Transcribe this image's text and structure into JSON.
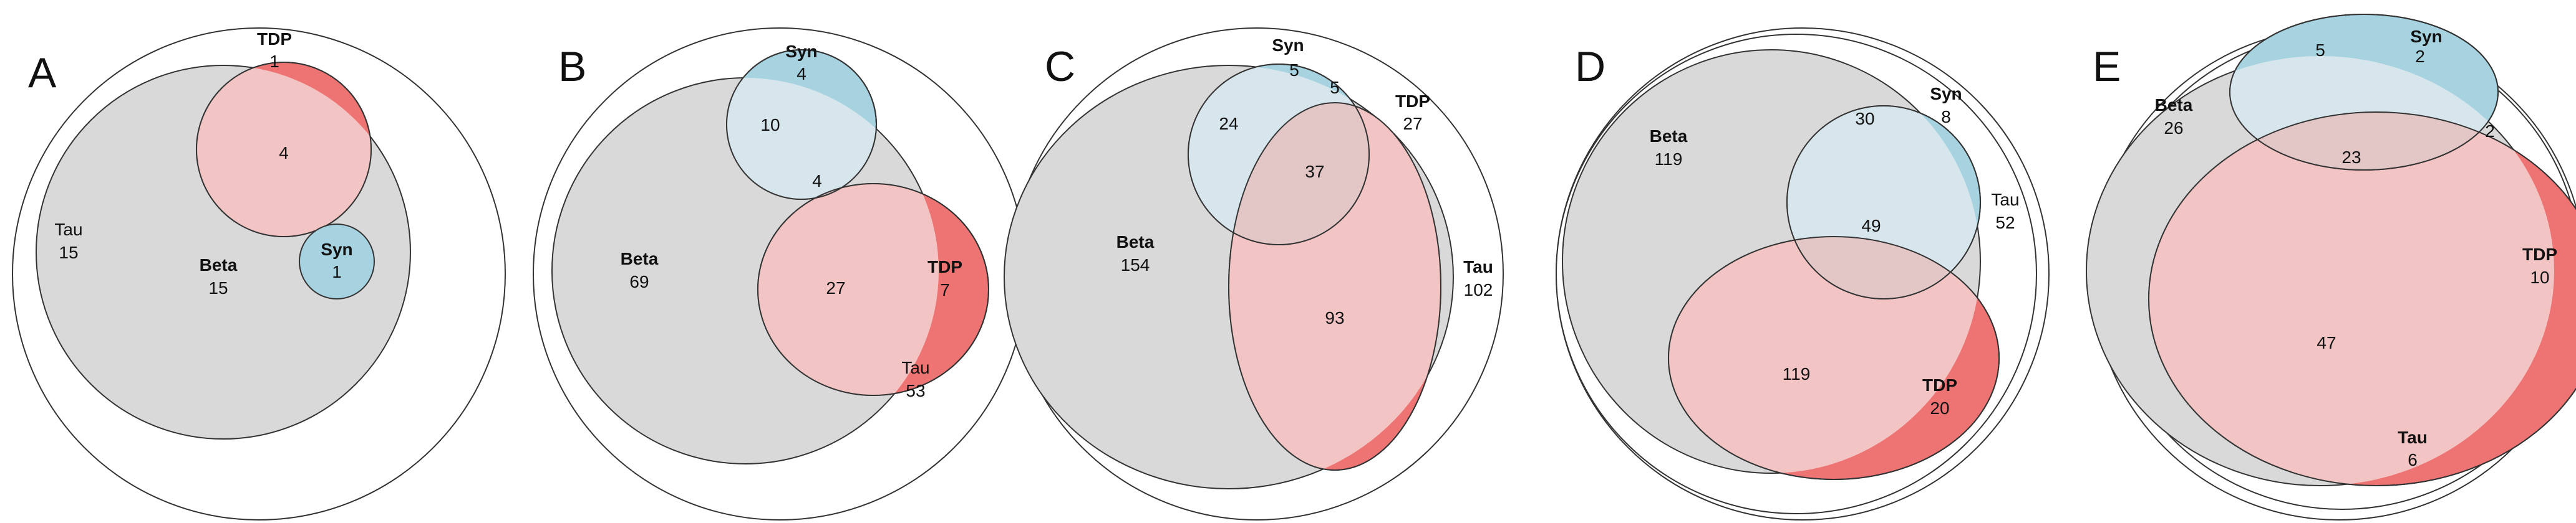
{
  "colors": {
    "tau": "#ffffff",
    "beta": "#d9d9d9",
    "syn": "#a7d3e1",
    "tdp": "#ee7474",
    "tdp_beta": "#f3c4c4",
    "syn_beta": "#d6e6ec",
    "triple": "#e3c7c7",
    "stroke": "#333333"
  },
  "panels": [
    {
      "letter": "A",
      "labels": {
        "tau_name": "Tau",
        "tau_count": "15",
        "beta_name": "Beta",
        "beta_count": "15",
        "tdp_name": "TDP",
        "tdp_count": "1",
        "tdp_beta": "4",
        "syn_name": "Syn",
        "syn_count": "1"
      }
    },
    {
      "letter": "B",
      "labels": {
        "syn_name": "Syn",
        "syn_count": "4",
        "syn_beta": "10",
        "triple": "4",
        "tdp_name": "TDP",
        "tdp_count": "7",
        "beta_name": "Beta",
        "beta_count": "69",
        "tdp_beta": "27",
        "tau_name": "Tau",
        "tau_count": "53"
      }
    },
    {
      "letter": "C",
      "labels": {
        "syn_name": "Syn",
        "syn_count": "5",
        "syn_tdp": "5",
        "tdp_name": "TDP",
        "tdp_count": "27",
        "syn_beta": "24",
        "triple": "37",
        "beta_name": "Beta",
        "beta_count": "154",
        "tau_name": "Tau",
        "tau_count": "102",
        "tdp_beta": "93"
      }
    },
    {
      "letter": "D",
      "labels": {
        "beta_name": "Beta",
        "beta_count": "119",
        "syn_beta": "30",
        "syn_name": "Syn",
        "syn_count": "8",
        "tau_name": "Tau",
        "tau_count": "52",
        "triple": "49",
        "tdp_beta": "119",
        "tdp_name": "TDP",
        "tdp_count": "20"
      }
    },
    {
      "letter": "E",
      "labels": {
        "syn_beta": "5",
        "syn_name": "Syn",
        "syn_count": "2",
        "beta_name": "Beta",
        "beta_count": "26",
        "triple": "23",
        "syn_tdp": "2",
        "tdp_name": "TDP",
        "tdp_count": "10",
        "tdp_beta": "47",
        "tau_name": "Tau",
        "tau_count": "6"
      }
    }
  ]
}
